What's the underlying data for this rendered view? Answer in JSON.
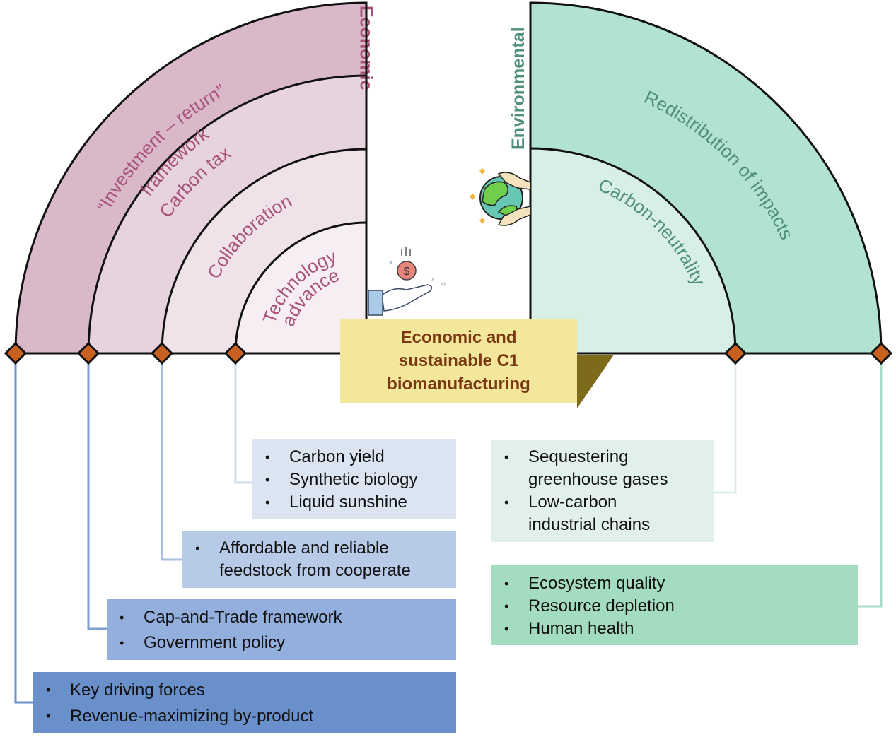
{
  "title": "Economic and sustainable C1 biomanufacturing",
  "center_label": {
    "line1": "Economic and",
    "line2": "sustainable C1",
    "line3": "biomanufacturing"
  },
  "economic": {
    "heading": "Economic",
    "heading_color": "#a8527a",
    "layers": [
      {
        "label_lines": [
          "“Investment – return”",
          "framework"
        ],
        "fill": "#d9b9c9",
        "connector_color": "#6b8fcc",
        "bullets": [
          "Key driving forces",
          "Revenue-maximizing by-product"
        ],
        "box_color": "#6a90cc"
      },
      {
        "label_lines": [
          "Carbon tax"
        ],
        "fill": "#e6d3dd",
        "connector_color": "#7f9fd5",
        "bullets": [
          "Cap-and-Trade framework",
          "Government policy"
        ],
        "box_color": "#92afde"
      },
      {
        "label_lines": [
          "Collaboration"
        ],
        "fill": "#efe2e9",
        "connector_color": "#a9c0e3",
        "bullets": [
          "Affordable and reliable feedstock from cooperate"
        ],
        "box_color": "#b7cbe8"
      },
      {
        "label_lines": [
          "Technology",
          "advance"
        ],
        "fill": "#f6eef2",
        "connector_color": "#cfdcef",
        "bullets": [
          "Carbon yield",
          "Synthetic biology",
          "Liquid sunshine"
        ],
        "box_color": "#dbe5f2"
      }
    ]
  },
  "environmental": {
    "heading": "Environmental",
    "heading_color": "#4f8f7a",
    "layers": [
      {
        "label_lines": [
          "Redistribution of impacts"
        ],
        "fill": "#b2e3d0",
        "connector_color": "#a6dcc5",
        "bullets": [
          "Ecosystem quality",
          "Resource depletion",
          "Human health"
        ],
        "box_color": "#a4dcc0"
      },
      {
        "label_lines": [
          "Carbon-neutrality"
        ],
        "fill": "#d8efe5",
        "connector_color": "#dcefe7",
        "bullets": [
          "Sequestering greenhouse gases",
          "Low-carbon industrial chains"
        ],
        "box_color": "#e1f0ea"
      }
    ]
  },
  "colors": {
    "diamond": "#c8601f",
    "center_box": "#f3e79c",
    "center_shadow": "#7d6a1a",
    "center_text": "#7a3812",
    "outline": "#111111"
  },
  "icons": {
    "economic_icon": "hand-with-coin-icon",
    "environmental_icon": "hands-holding-globe-icon",
    "coin_symbol": "$"
  }
}
